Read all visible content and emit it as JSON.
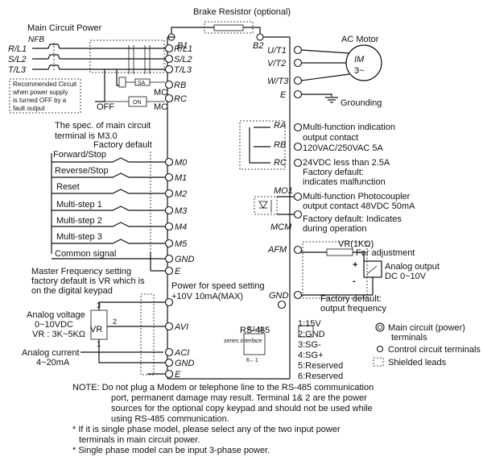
{
  "brake": {
    "title": "Brake Resistor (optional)",
    "b1": "B1",
    "b2": "B2"
  },
  "power": {
    "title": "Main Circuit Power",
    "nfb": "NFB",
    "inputs": [
      "R/L1",
      "S/L2",
      "T/L3"
    ],
    "terminals": [
      "R/L1",
      "S/L2",
      "T/L3"
    ],
    "recommended": [
      "Recommended Circuit",
      "when power supply",
      "is turned OFF by a",
      "fault output"
    ],
    "sa": "SA",
    "off": "OFF",
    "on": "ON",
    "mc": "MC",
    "mc2": "MC",
    "rb": "RB",
    "rc": "RC"
  },
  "spec": [
    "The spec. of main circuit",
    "terminal is M3.0"
  ],
  "motor": {
    "title": "AC Motor",
    "im": "IM",
    "phase": "3~",
    "terminals": [
      "U/T1",
      "V/T2",
      "W/T3"
    ],
    "e": "E",
    "grounding": "Grounding"
  },
  "control": {
    "factory_default": "Factory default",
    "inputs": [
      {
        "label": "Forward/Stop",
        "terminal": "M0"
      },
      {
        "label": "Reverse/Stop",
        "terminal": "M1"
      },
      {
        "label": "Reset",
        "terminal": "M2"
      },
      {
        "label": "Multi-step 1",
        "terminal": "M3"
      },
      {
        "label": "Multi-step 2",
        "terminal": "M4"
      },
      {
        "label": "Multi-step 3",
        "terminal": "M5"
      },
      {
        "label": "Common signal",
        "terminal": "GND"
      }
    ],
    "e": "E"
  },
  "master": [
    "Master Frequency setting",
    "factory default is VR which is",
    "on the digital keypad"
  ],
  "speed": [
    "Power for speed setting",
    "+10V 10mA(MAX)"
  ],
  "analog_in": {
    "voltage": [
      "Analog voltage",
      "0~10VDC",
      "VR : 3K~5KΩ"
    ],
    "current": [
      "Analog current",
      "4~20mA"
    ],
    "vr": "VR",
    "pins": [
      "3",
      "2",
      "1"
    ],
    "terminals": [
      "+10V",
      "AVI",
      "ACI",
      "GND",
      "E"
    ]
  },
  "relay": {
    "terminals": [
      "RA",
      "RB",
      "RC"
    ],
    "text": [
      "Multi-function indication",
      "output contact",
      "120VAC/250VAC  5A",
      "24VDC  less than 2.5A",
      "Factory default:",
      "indicates malfunction"
    ]
  },
  "photocoupler": {
    "terminals": [
      "MO1",
      "MCM"
    ],
    "text": [
      "Multi-function Photocoupler",
      "output contact 48VDC 50mA",
      "Factory default: Indicates",
      "during operation"
    ]
  },
  "afm": {
    "terminals": [
      "AFM",
      "GND"
    ],
    "vr": "VR(1KΩ)",
    "adjust": "For adjustment",
    "meter": [
      "Analog output",
      "DC 0~10V"
    ],
    "factory": [
      "Factory default:",
      "output frequency"
    ]
  },
  "rs485": {
    "title": "RS-485",
    "sub": "series interface",
    "jack": "RJ-11",
    "pins_label": "6←1",
    "pins": [
      "1:15V",
      "2:GND",
      "3:SG-",
      "4:SG+",
      "5:Reserved",
      "6:Reserved"
    ]
  },
  "legend": [
    "Main circuit (power)",
    "terminals",
    "Control circuit terminals",
    "Shielded leads"
  ],
  "note": [
    "NOTE: Do not plug a Modem or telephone line to the RS-485 communication",
    "port, permanent damage may result. Terminal 1& 2 are the power",
    "sources for the optional copy keypad and should not be used while",
    "using RS-485 communication.",
    "* If it is single phase model, please select any of the two input power",
    "terminals in main circuit power.",
    "* Single phase model can be input 3-phase power."
  ]
}
